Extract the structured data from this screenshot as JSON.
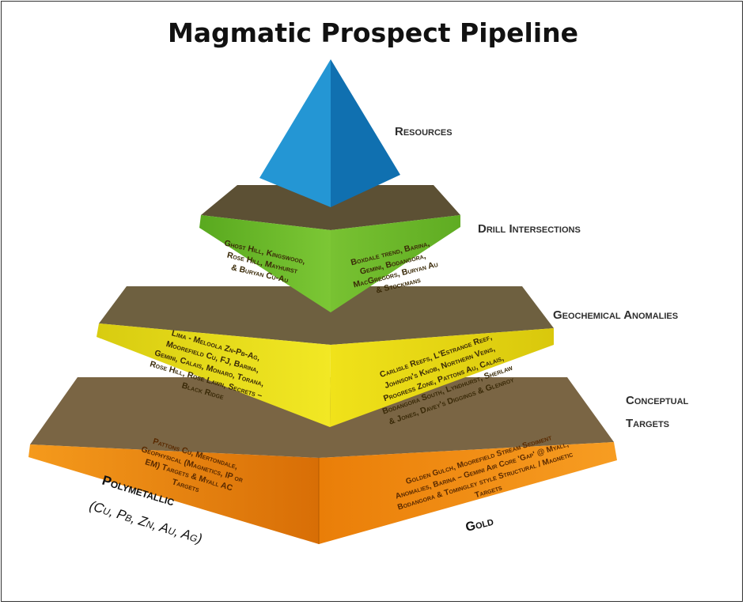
{
  "title": "Magmatic Prospect Pipeline",
  "colors": {
    "resources_top_left": "#1f8fcf",
    "resources_top_right": "#0f6eab",
    "drill": "#6cbf2a",
    "geochem": "#e8dc12",
    "conceptual": "#f08a10",
    "ledge": "#6b5a3c"
  },
  "tiers": {
    "resources": {
      "label": "Resources"
    },
    "drill": {
      "label": "Drill Intersections",
      "left_lines": [
        "Ghost Hill, Kingswood,",
        "Rose Hill, Mayhurst",
        "& Buryan Cu-Au"
      ],
      "right_lines": [
        "Boxdale trend, Barina,",
        "Gemini, Bodangora,",
        "MacGregors, Buryan Au",
        "& Stockmans"
      ]
    },
    "geochem": {
      "label": "Geochemical Anomalies",
      "left_lines": [
        "Lima - Meloola Zn-Pb-Ag,",
        "Moorefield Cu, FJ, Barina,",
        "Gemini, Calais, Monaro, Torana,",
        "Rose Hill, Rose Lawn, Secrets –",
        "Black Ridge"
      ],
      "right_lines": [
        "Carlisle Reefs, L'Estrange Reef,",
        "Johnson's Knob, Northern Veins,",
        "Progress Zone, Pattons Au, Calais,",
        "Bodangora South, Lyndhurst, Sherlaw",
        "& Jones, Davey's Diggings & Glenroy"
      ]
    },
    "conceptual": {
      "label_line1": "Conceptual",
      "label_line2": "Targets",
      "left_lines": [
        "Pattons Cu, Mertondale,",
        "Geophysical (Magnetics, IP or",
        "EM) Targets & Myall AC",
        "Targets"
      ],
      "right_lines": [
        "Golden Gulch, Moorefield Stream Sediment",
        "Anomalies, Barina – Gemini Air Core 'Gap' @ Myall,",
        "Bodangora & Tomingley style Structural / Magnetic",
        "Targets"
      ]
    }
  },
  "base_labels": {
    "left_line1": "Polymetallic",
    "left_line2": "(Cu, Pb, Zn, Au, Ag)",
    "right": "Gold"
  }
}
